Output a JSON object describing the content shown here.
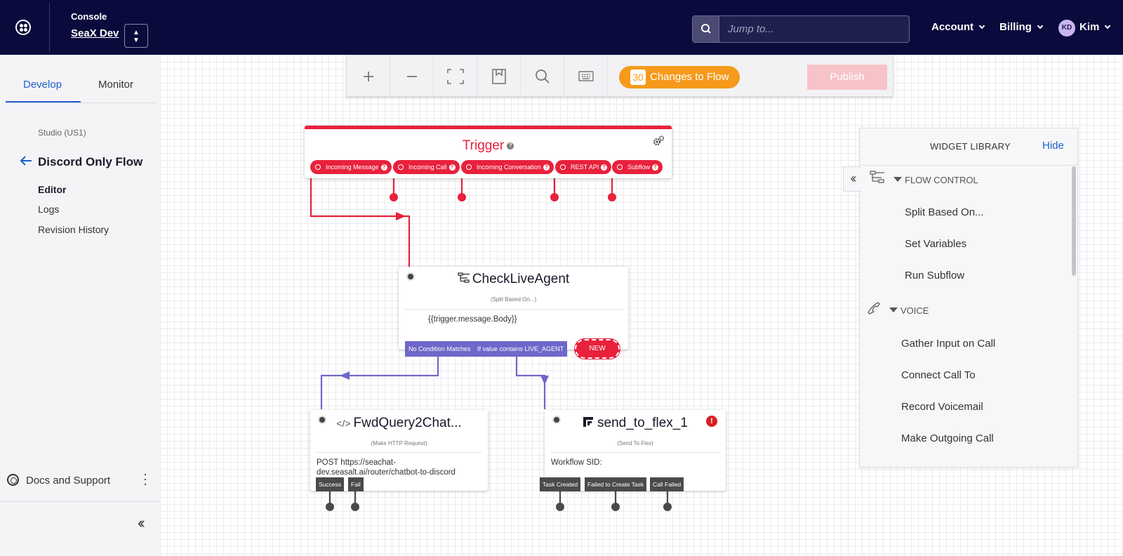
{
  "header": {
    "console_label": "Console",
    "account_name": "SeaX Dev",
    "search_placeholder": "Jump to...",
    "account_menu": "Account",
    "billing_menu": "Billing",
    "user_initials": "KD",
    "user_name": "Kim"
  },
  "sidebar": {
    "tabs": [
      {
        "label": "Develop",
        "active": true
      },
      {
        "label": "Monitor",
        "active": false
      }
    ],
    "region": "Studio (US1)",
    "flow_name": "Discord Only Flow",
    "links": [
      "Editor",
      "Logs",
      "Revision History"
    ],
    "active_link": "Editor",
    "docs_label": "Docs and Support"
  },
  "toolbar": {
    "tools": [
      "zoom-in-icon",
      "zoom-out-icon",
      "fit-to-screen-icon",
      "bookmark-icon",
      "search-icon",
      "keyboard-icon"
    ],
    "changes_count": "30",
    "changes_label": "Changes to Flow",
    "publish_label": "Publish"
  },
  "flow": {
    "trigger": {
      "title": "Trigger",
      "events": [
        "Incoming Message",
        "Incoming Call",
        "Incoming Conversation",
        "REST API",
        "Subflow"
      ]
    },
    "check_live_agent": {
      "title": "CheckLiveAgent",
      "subtitle": "(Split Based On...)",
      "expression": "{{trigger.message.Body}}",
      "conditions": [
        "No Condition Matches",
        "If value contains LIVE_AGENT"
      ],
      "new_label": "NEW"
    },
    "fwd_query": {
      "title": "FwdQuery2Chat...",
      "subtitle": "(Make HTTP Request)",
      "body_line1": "POST https://seachat-",
      "body_line2": "dev.seasalt.ai/router/chatbot-to-discord",
      "outputs": [
        "Success",
        "Fail"
      ]
    },
    "send_to_flex": {
      "title": "send_to_flex_1",
      "subtitle": "(Send To Flex)",
      "body": "Workflow SID:",
      "outputs": [
        "Task Created",
        "Failed to Create Task",
        "Call Failed"
      ]
    }
  },
  "widget_library": {
    "title": "WIDGET LIBRARY",
    "hide_label": "Hide",
    "sections": [
      {
        "name": "FLOW CONTROL",
        "items": [
          "Split Based On...",
          "Set Variables",
          "Run Subflow"
        ]
      },
      {
        "name": "VOICE",
        "items": [
          "Gather Input on Call",
          "Connect Call To",
          "Record Voicemail",
          "Make Outgoing Call"
        ]
      }
    ]
  },
  "colors": {
    "header_bg": "#0a0a3c",
    "accent_blue": "#1e5fcc",
    "trigger_red": "#e8213c",
    "changes_orange": "#f59a1b",
    "condition_purple": "#6f67c9",
    "publish_disabled": "#f7c3c9"
  }
}
